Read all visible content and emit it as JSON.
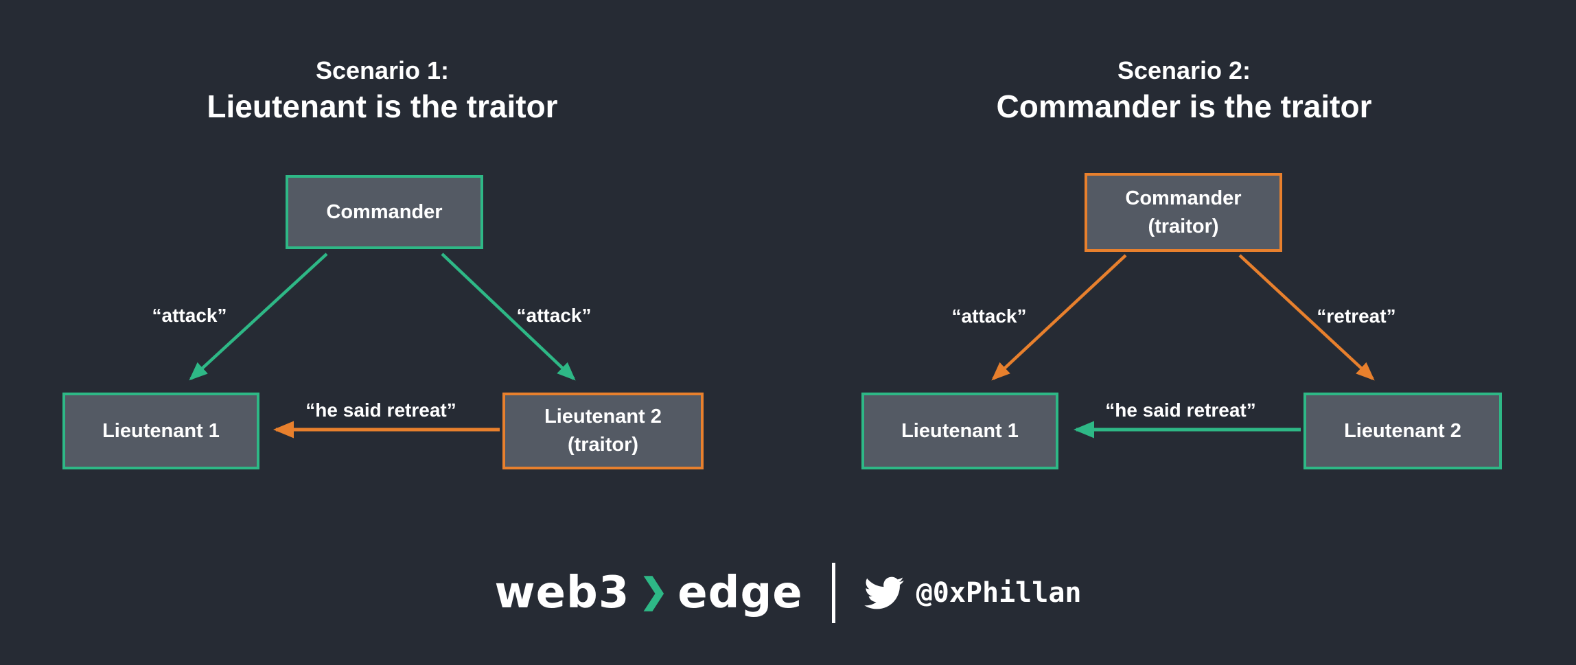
{
  "scenario1": {
    "title_line1": "Scenario 1:",
    "title_line2": "Lieutenant is the traitor",
    "nodes": {
      "commander_label": "Commander",
      "lieutenant1_label": "Lieutenant 1",
      "lieutenant2_line1": "Lieutenant 2",
      "lieutenant2_line2": "(traitor)"
    },
    "edges": {
      "commander_to_lt1": "“attack”",
      "commander_to_lt2": "“attack”",
      "lt2_to_lt1": "“he said retreat”"
    }
  },
  "scenario2": {
    "title_line1": "Scenario 2:",
    "title_line2": "Commander is the traitor",
    "nodes": {
      "commander_line1": "Commander",
      "commander_line2": "(traitor)",
      "lieutenant1_label": "Lieutenant 1",
      "lieutenant2_label": "Lieutenant 2"
    },
    "edges": {
      "commander_to_lt1": "“attack”",
      "commander_to_lt2": "“retreat”",
      "lt2_to_lt1": "“he said retreat”"
    }
  },
  "footer": {
    "logo_part1": "web3",
    "logo_chevron": "❯",
    "logo_part2": "edge",
    "twitter_icon": "twitter-bird-icon",
    "twitter_handle": "@0xPhillan"
  },
  "colors": {
    "background": "#262b34",
    "node_fill": "#545a64",
    "loyal_green": "#2eb886",
    "traitor_orange": "#e8802d",
    "text": "#ffffff"
  }
}
